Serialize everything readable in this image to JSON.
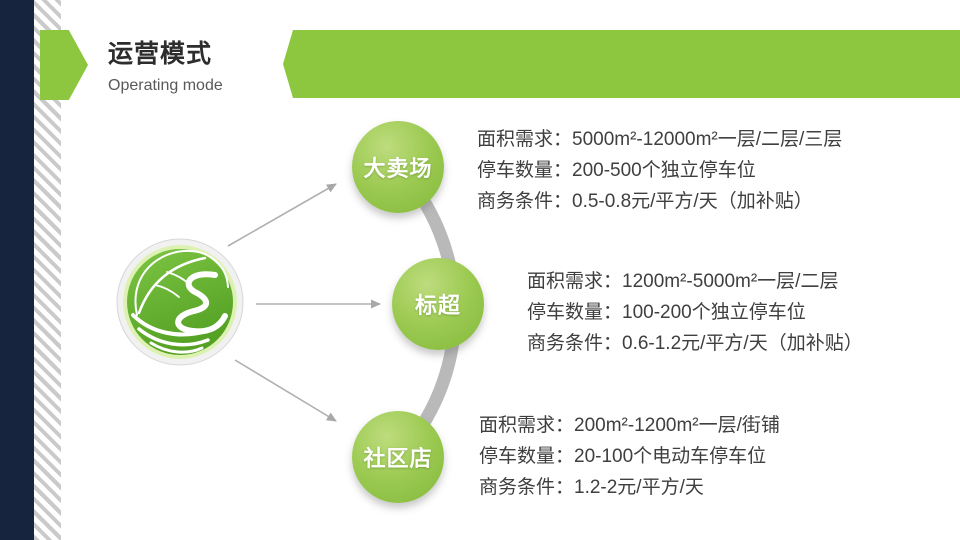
{
  "colors": {
    "navy": "#16243e",
    "accent_green": "#8dc63f",
    "circle_green_light": "#bedc7e",
    "circle_green_dark": "#83b93b",
    "connector_gray": "#b9b9b9",
    "text_gray": "#3f3f3f"
  },
  "header": {
    "title": "运营模式",
    "subtitle": "Operating mode"
  },
  "logo": {
    "name": "green-leaf-logo"
  },
  "diagram": {
    "nodes": [
      {
        "label": "大卖场",
        "details": [
          "面积需求：5000m²-12000m²一层/二层/三层",
          "停车数量：200-500个独立停车位",
          "商务条件：0.5-0.8元/平方/天（加补贴）"
        ]
      },
      {
        "label": "标超",
        "details": [
          "面积需求：1200m²-5000m²一层/二层",
          "停车数量：100-200个独立停车位",
          "商务条件：0.6-1.2元/平方/天（加补贴）"
        ]
      },
      {
        "label": "社区店",
        "details": [
          "面积需求：200m²-1200m²一层/街铺",
          "停车数量：20-100个电动车停车位",
          "商务条件：1.2-2元/平方/天"
        ]
      }
    ]
  }
}
